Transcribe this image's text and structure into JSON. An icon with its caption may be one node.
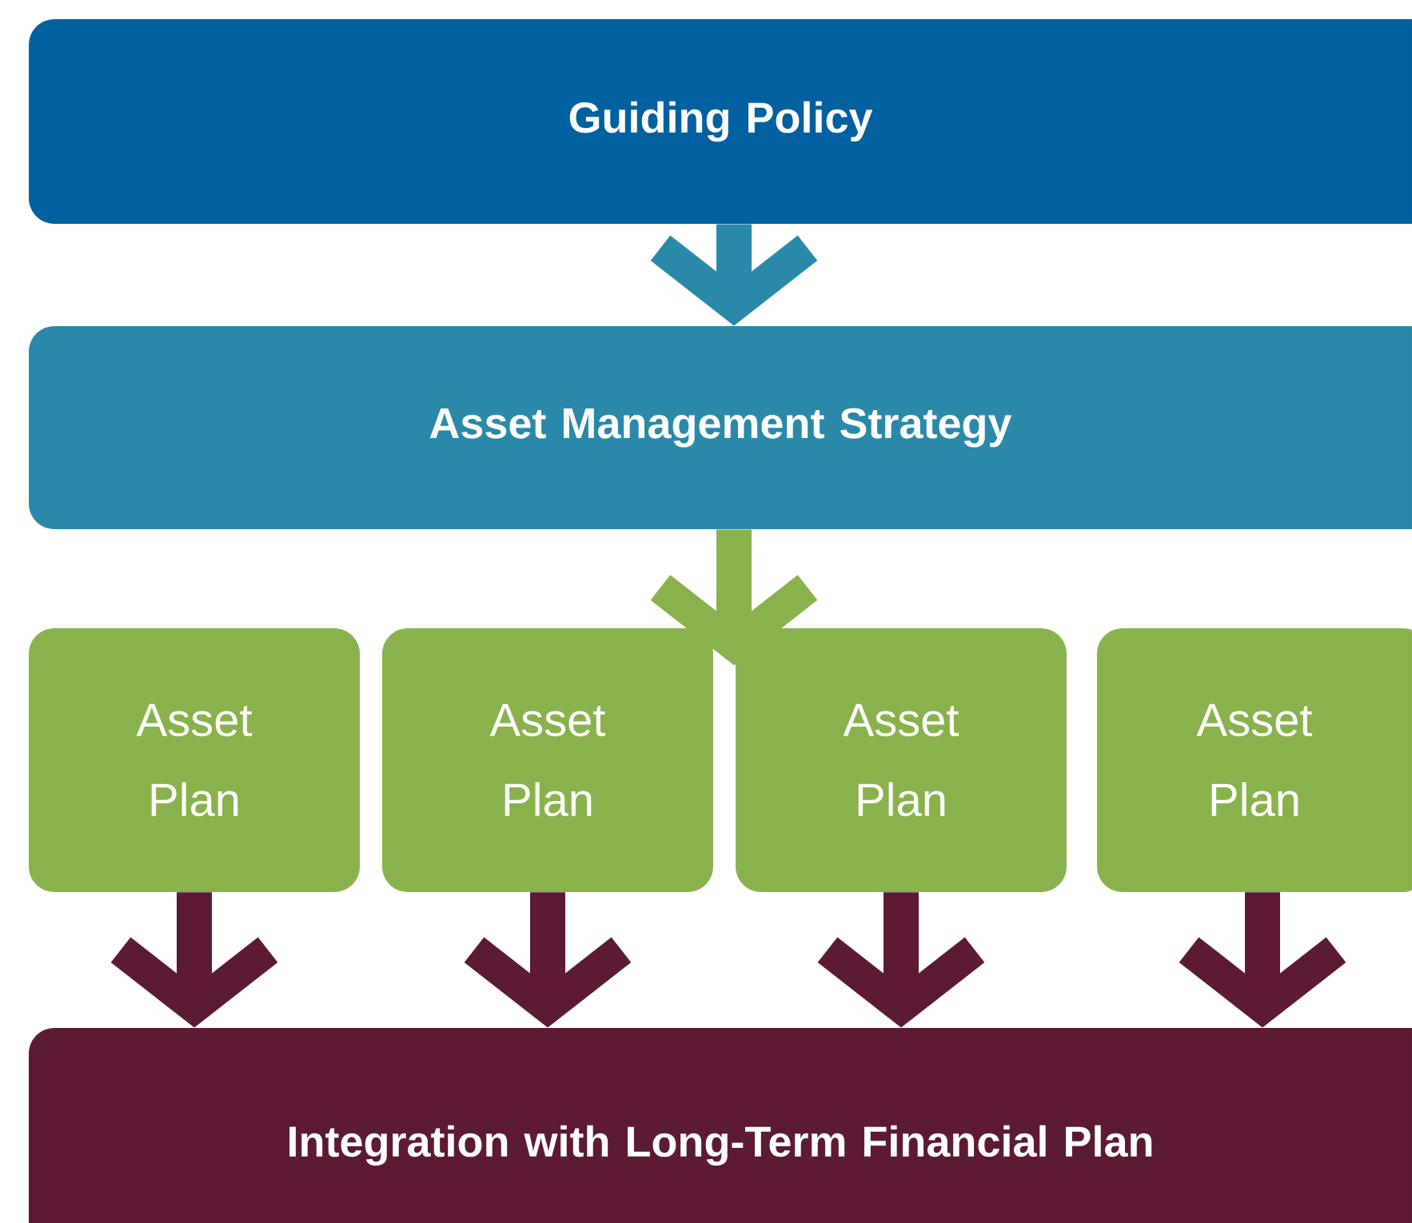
{
  "diagram": {
    "nodes": [
      {
        "text": [
          "Guiding Policy"
        ]
      },
      {
        "text": [
          "Asset Management Strategy"
        ]
      },
      {
        "text": [
          "Asset Plan"
        ]
      },
      {
        "text": [
          "Asset Plan"
        ]
      },
      {
        "text": [
          "Asset Plan"
        ]
      },
      {
        "text": [
          "Asset Plan"
        ]
      },
      {
        "text": [
          "Integration with Long-Term Financial Plan"
        ]
      }
    ],
    "edges": [
      {
        "from": 0,
        "to": 1,
        "arrow": "to",
        "color": "#2a89a8"
      },
      {
        "from": 1,
        "to": 4,
        "arrow": "to",
        "color": "#8ab24c"
      },
      {
        "from": 2,
        "to": 6,
        "arrow": "to"
      },
      {
        "from": 3,
        "to": 6,
        "arrow": "to"
      },
      {
        "from": 4,
        "to": 6,
        "arrow": "to"
      },
      {
        "from": 5,
        "to": 6,
        "arrow": "to"
      }
    ]
  }
}
